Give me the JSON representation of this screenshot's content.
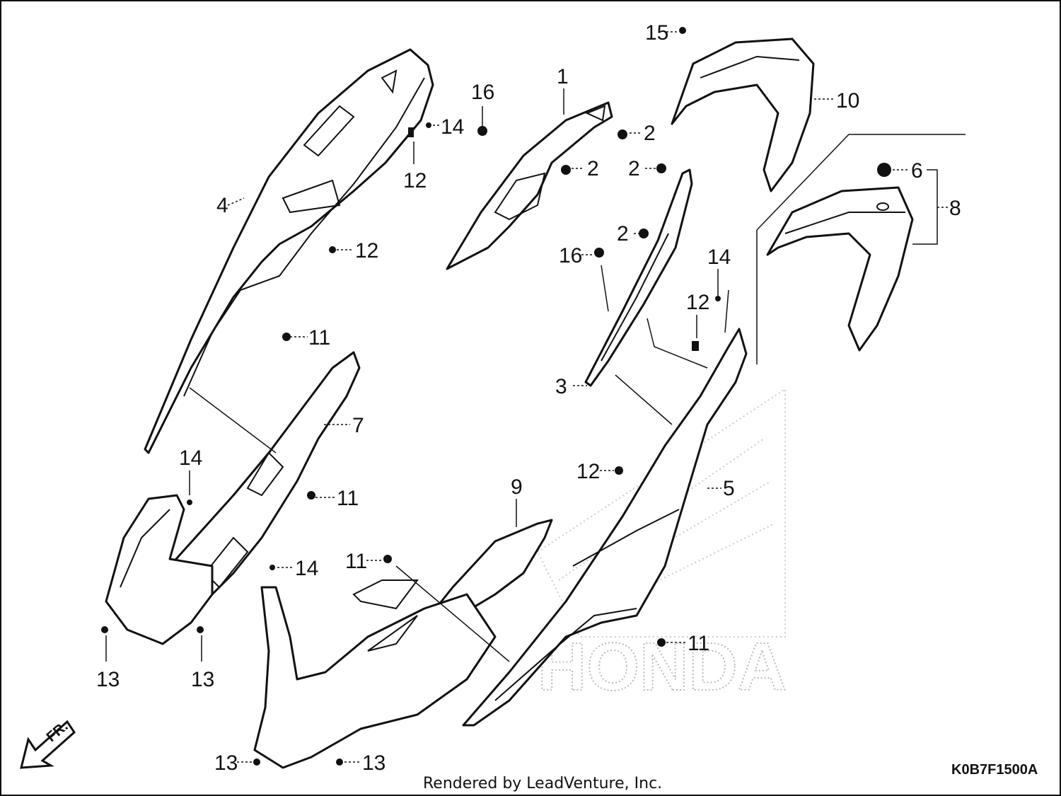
{
  "diagram": {
    "callouts": {
      "c1": "1",
      "c2a": "2",
      "c2b": "2",
      "c2c": "2",
      "c2d": "2",
      "c3": "3",
      "c4": "4",
      "c5": "5",
      "c6": "6",
      "c7": "7",
      "c8": "8",
      "c9": "9",
      "c10": "10",
      "c11a": "11",
      "c11b": "11",
      "c11c": "11",
      "c11d": "11",
      "c12a": "12",
      "c12b": "12",
      "c12c": "12",
      "c12d": "12",
      "c13a": "13",
      "c13b": "13",
      "c13c": "13",
      "c13d": "13",
      "c14a": "14",
      "c14b": "14",
      "c14c": "14",
      "c14d": "14",
      "c15": "15",
      "c16a": "16",
      "c16b": "16"
    },
    "front_indicator": "FR.",
    "watermark_logo": "HONDA",
    "footer_credit": "Rendered by LeadVenture, Inc.",
    "diagram_code": "K0B7F1500A"
  }
}
